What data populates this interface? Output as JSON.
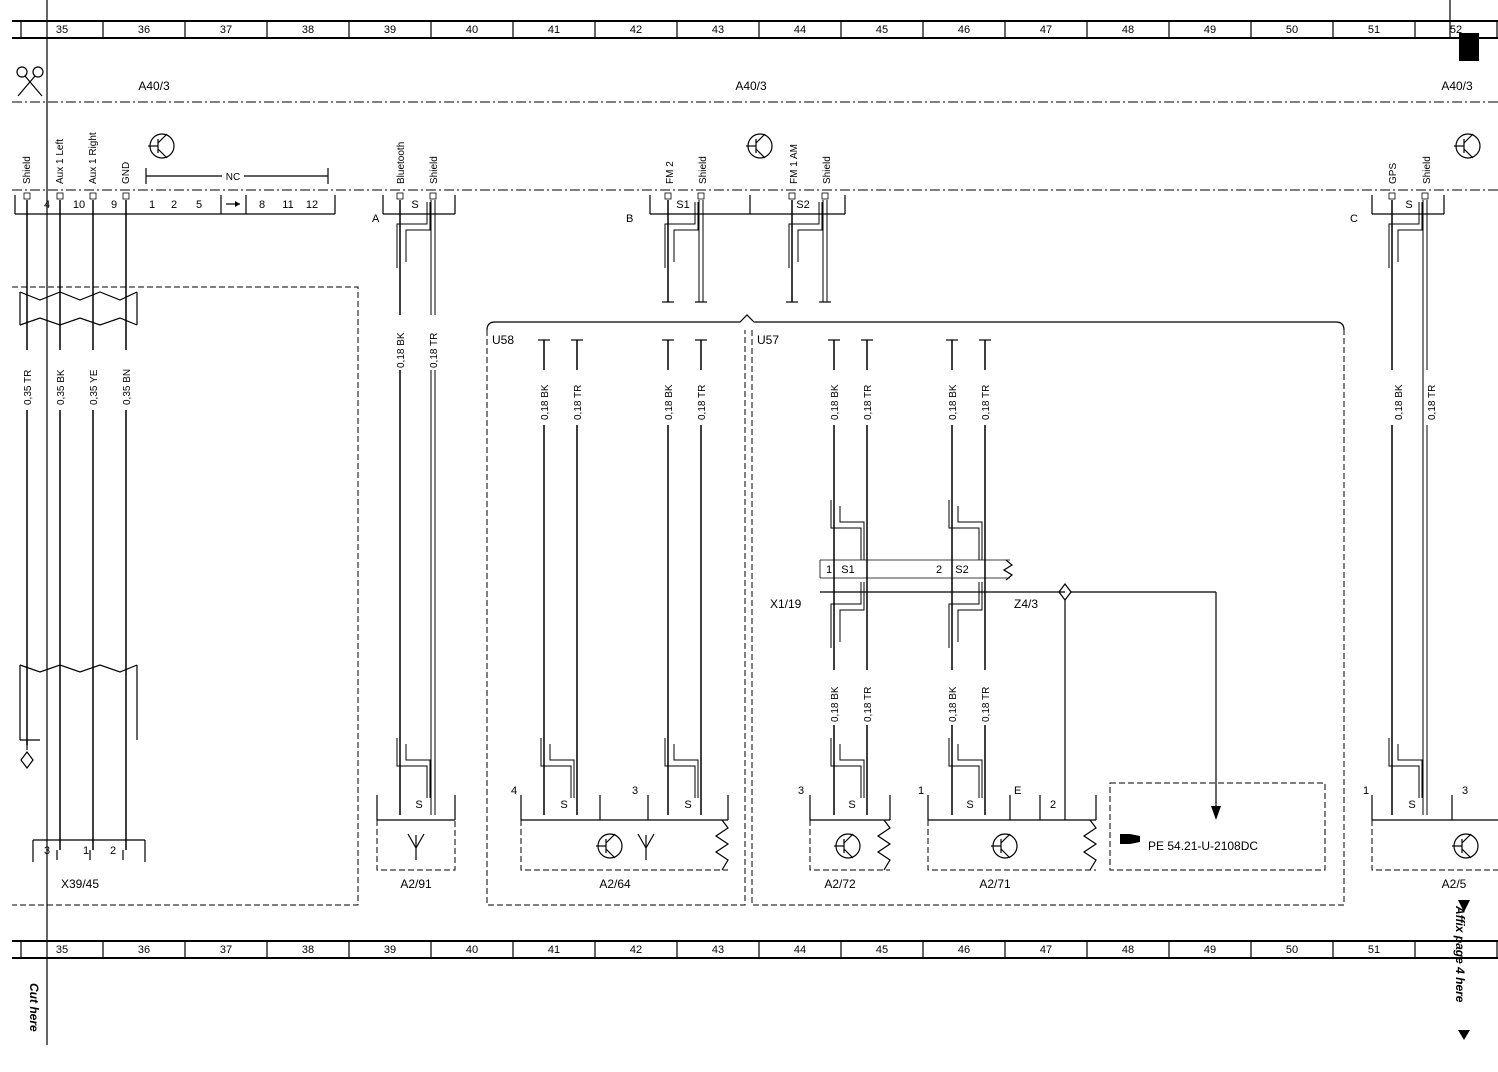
{
  "grid": {
    "top_columns": [
      "35",
      "36",
      "37",
      "38",
      "39",
      "40",
      "41",
      "42",
      "43",
      "44",
      "45",
      "46",
      "47",
      "48",
      "49",
      "50",
      "51",
      "52"
    ],
    "bottom_columns": [
      "35",
      "36",
      "37",
      "38",
      "39",
      "40",
      "41",
      "42",
      "43",
      "44",
      "45",
      "46",
      "47",
      "48",
      "49",
      "50",
      "51"
    ]
  },
  "header": {
    "module_left": "A40/3",
    "module_center": "A40/3",
    "module_right": "A40/3"
  },
  "pins": {
    "shield": "Shield",
    "aux1_left": "Aux 1 Left",
    "aux1_right": "Aux 1 Right",
    "gnd": "GND",
    "nc": "NC",
    "bluetooth": "Bluetooth",
    "fm2": "FM 2",
    "fm1am": "FM 1 AM",
    "gps": "GPS"
  },
  "pin_numbers": {
    "p4": "4",
    "p10": "10",
    "p9": "9",
    "p1": "1",
    "p2": "2",
    "p5": "5",
    "p8": "8",
    "p11": "11",
    "p12": "12",
    "p3": "3",
    "s": "S",
    "s1": "S1",
    "s2": "S2"
  },
  "connectors": {
    "a": "A",
    "b": "B",
    "c": "C",
    "e": "E"
  },
  "wires": {
    "w035tr": "0,35 TR",
    "w035bk": "0,35 BK",
    "w035ye": "0,35 YE",
    "w035bn": "0,35 BN",
    "w018bk": "0,18 BK",
    "w018tr": "0,18 TR"
  },
  "groups": {
    "u58": "U58",
    "u57": "U57"
  },
  "components": {
    "x39_45": "X39/45",
    "a2_91": "A2/91",
    "a2_64": "A2/64",
    "a2_72": "A2/72",
    "a2_71": "A2/71",
    "a2_5": "A2/5",
    "x1_19": "X1/19",
    "z4_3": "Z4/3"
  },
  "reference": {
    "text": "PE 54.21-U-2108DC"
  },
  "margin_notes": {
    "cut_here": "Cut here",
    "affix": "Affix page 4 here"
  }
}
